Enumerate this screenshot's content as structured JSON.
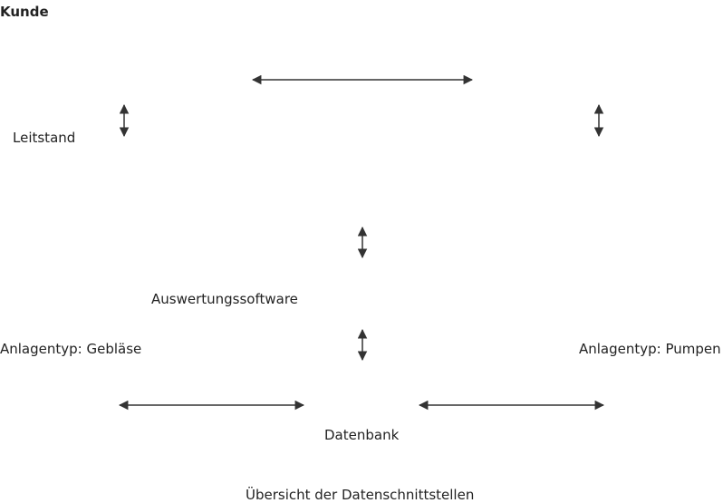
{
  "diagram": {
    "customer_label": "Kunde",
    "control_room_label": "Leitstand",
    "analysis_software_label": "Auswertungssoftware",
    "plant_blower_label": "Anlagentyp: Gebläse",
    "plant_pumps_label": "Anlagentyp: Pumpen",
    "database_label": "Datenbank",
    "caption": "Übersicht der Datenschnittstellen",
    "arrow_color": "#333333"
  }
}
